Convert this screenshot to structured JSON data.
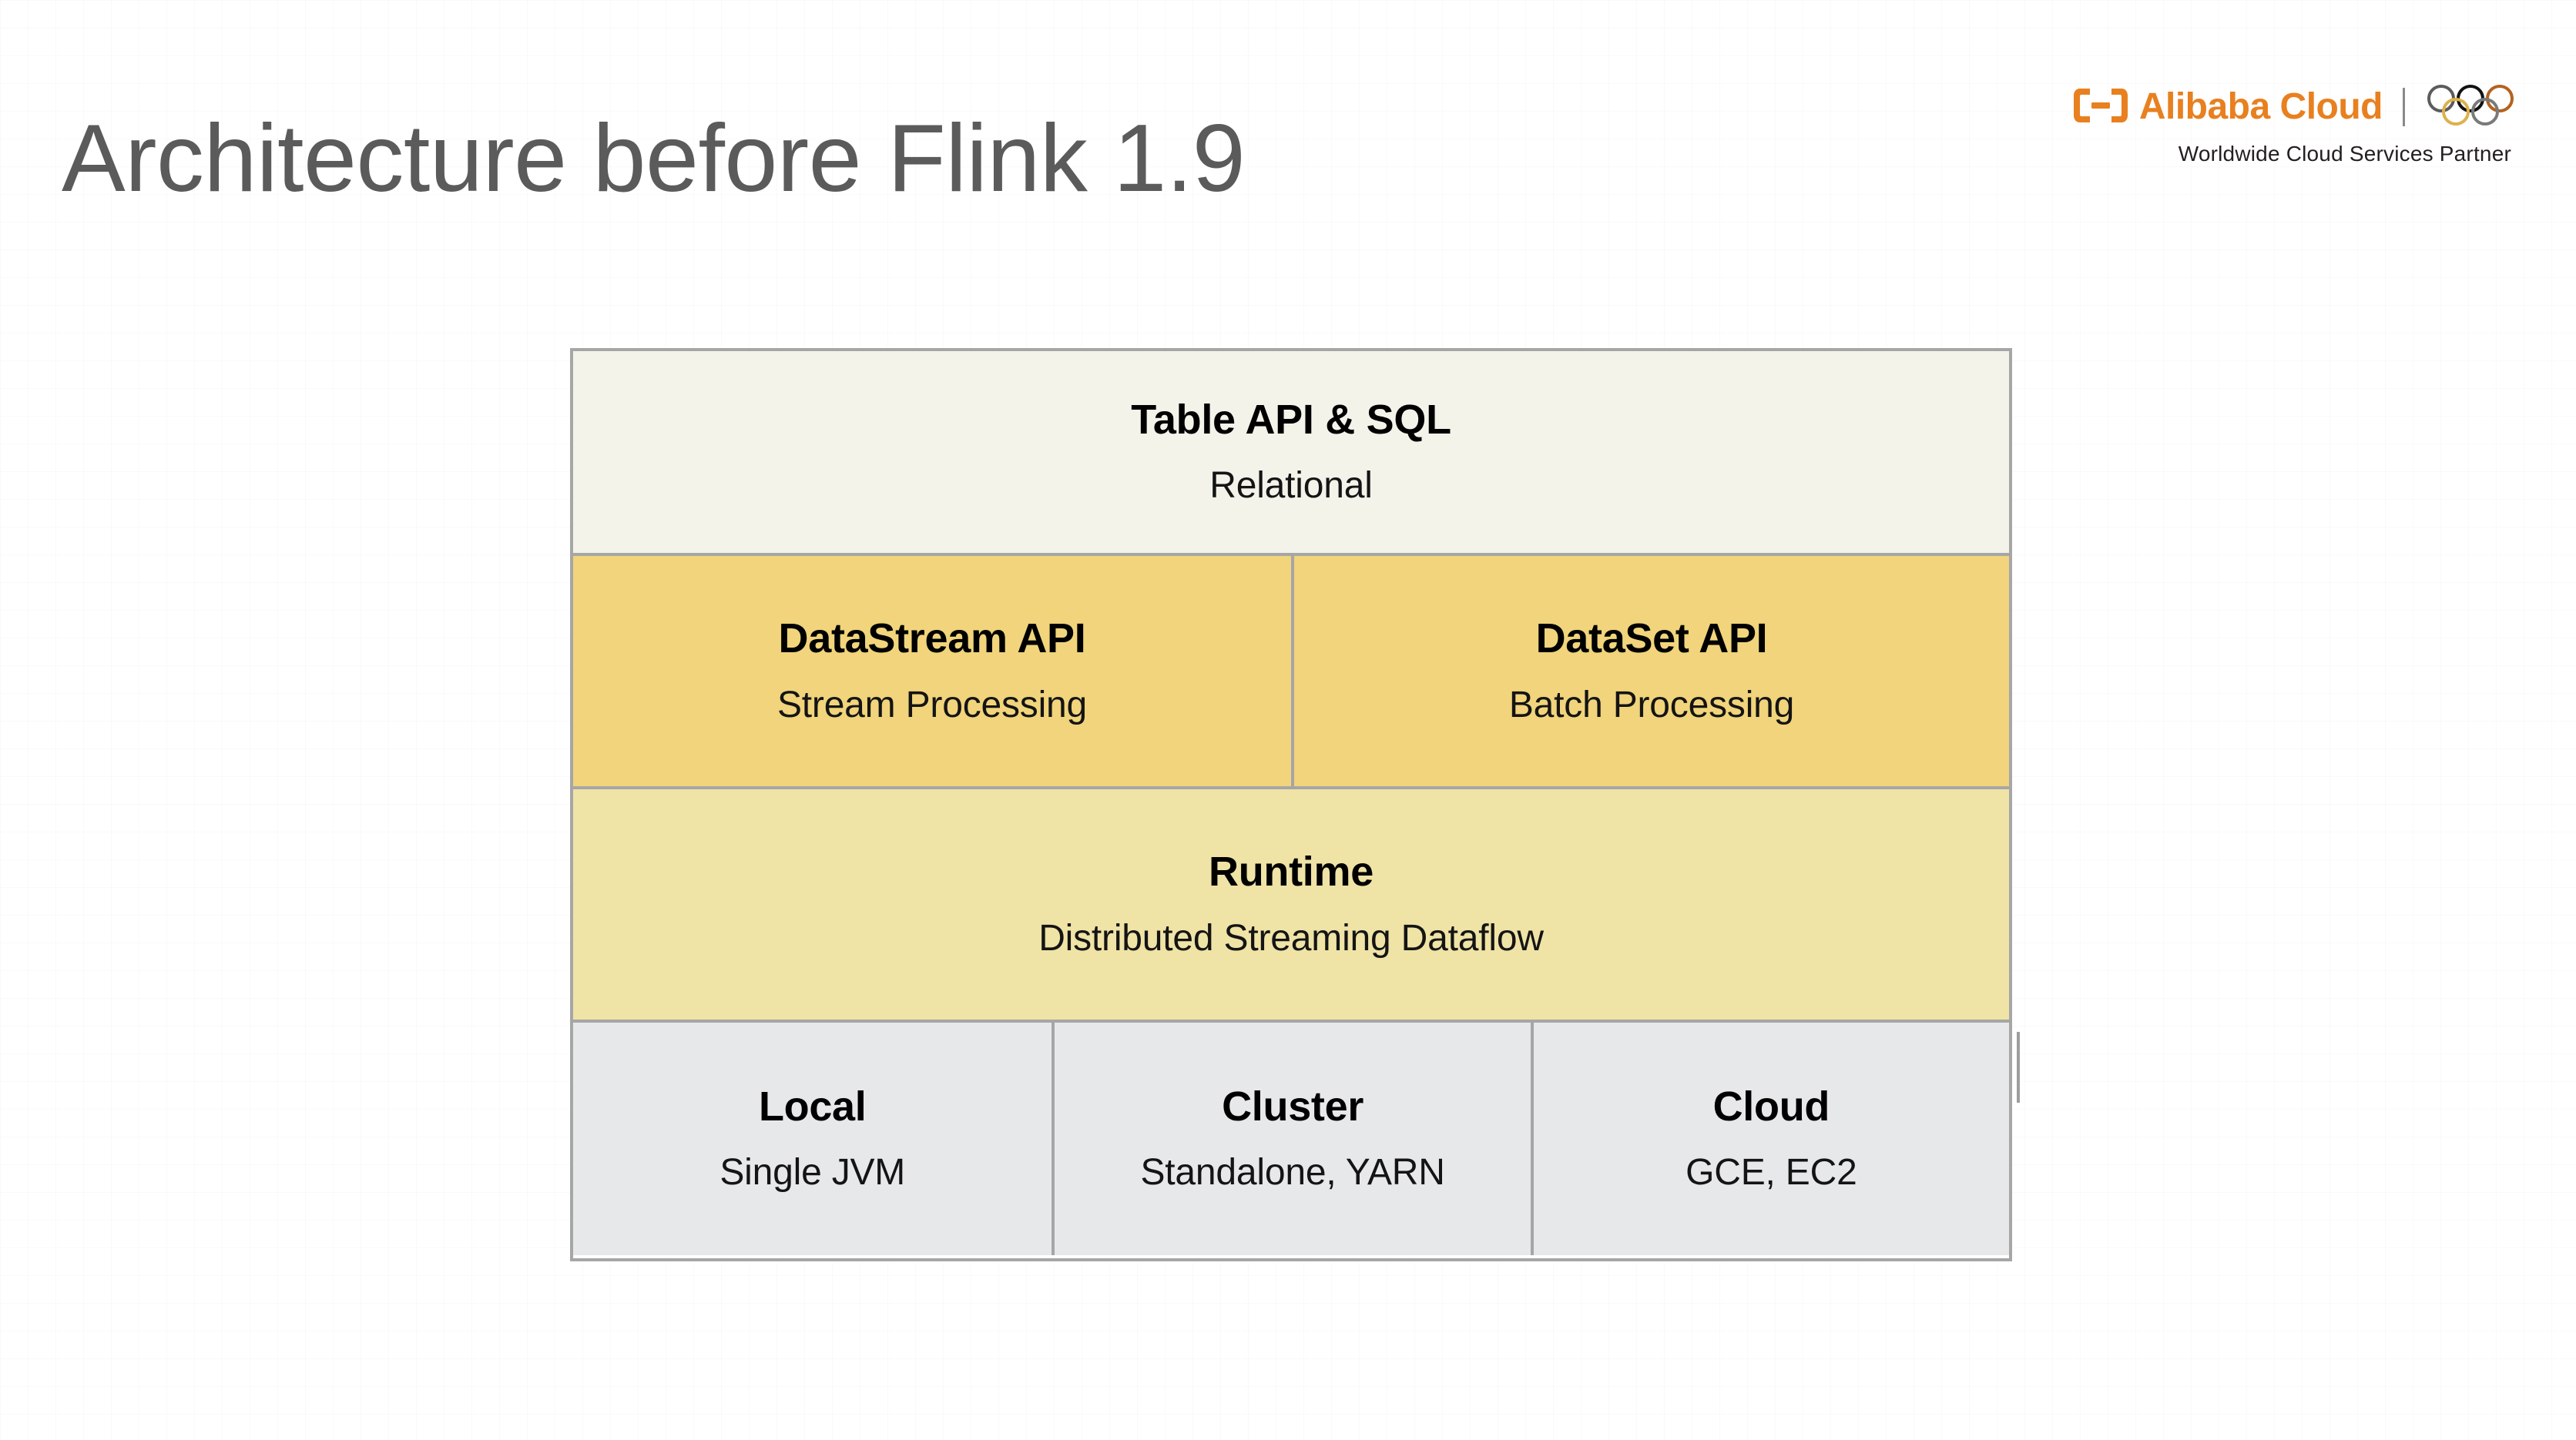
{
  "slide": {
    "title": "Architecture before Flink 1.9"
  },
  "brand": {
    "logo_icon": "alibaba-cloud-logo-icon",
    "wordmark": "Alibaba Cloud",
    "rings_icon": "olympic-rings-icon",
    "tagline": "Worldwide Cloud Services Partner",
    "accent_color": "#e8801f"
  },
  "diagram": {
    "name": "flink-architecture-stack",
    "border_color": "#a6a6a6",
    "rows": [
      {
        "id": "relational",
        "fill": "#f4f3ea",
        "cells": [
          {
            "id": "table-api-sql",
            "title": "Table API & SQL",
            "subtitle": "Relational"
          }
        ]
      },
      {
        "id": "apis",
        "fill": "#f1d47b",
        "cells": [
          {
            "id": "datastream-api",
            "title": "DataStream API",
            "subtitle": "Stream Processing"
          },
          {
            "id": "dataset-api",
            "title": "DataSet API",
            "subtitle": "Batch Processing"
          }
        ]
      },
      {
        "id": "runtime",
        "fill": "#efe3a6",
        "cells": [
          {
            "id": "runtime",
            "title": "Runtime",
            "subtitle": "Distributed Streaming Dataflow"
          }
        ]
      },
      {
        "id": "deploy",
        "fill": "#e7e8ea",
        "cells": [
          {
            "id": "local",
            "title": "Local",
            "subtitle": "Single JVM"
          },
          {
            "id": "cluster",
            "title": "Cluster",
            "subtitle": "Standalone, YARN"
          },
          {
            "id": "cloud",
            "title": "Cloud",
            "subtitle": "GCE, EC2"
          }
        ]
      }
    ]
  }
}
